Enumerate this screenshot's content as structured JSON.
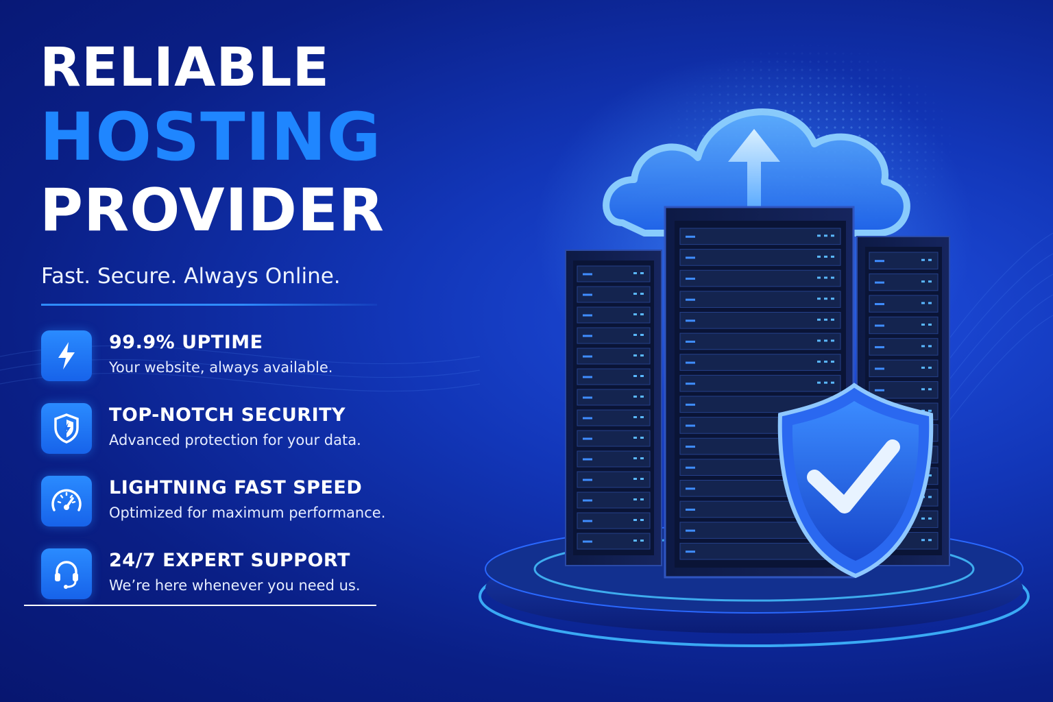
{
  "headline": {
    "line1": "RELIABLE",
    "line2": "HOSTING",
    "line3": "PROVIDER"
  },
  "tagline": "Fast. Secure. Always Online.",
  "features": [
    {
      "icon": "lightning-icon",
      "title": "99.9% UPTIME",
      "description": "Your website, always available."
    },
    {
      "icon": "shield-icon",
      "title": "TOP-NOTCH SECURITY",
      "description": "Advanced protection for your data."
    },
    {
      "icon": "speedometer-icon",
      "title": "LIGHTNING FAST SPEED",
      "description": "Optimized for maximum performance."
    },
    {
      "icon": "headset-icon",
      "title": "24/7 EXPERT SUPPORT",
      "description": "We’re here whenever you need us."
    }
  ],
  "colors": {
    "background": "#0a1f86",
    "accent": "#1f86ff",
    "icon_tile": "#1e74f5",
    "glow": "#37b4ff"
  },
  "illustration": {
    "cloud": "cloud-upload-icon",
    "servers": "server-rack-icon",
    "shield": "shield-check-icon"
  }
}
